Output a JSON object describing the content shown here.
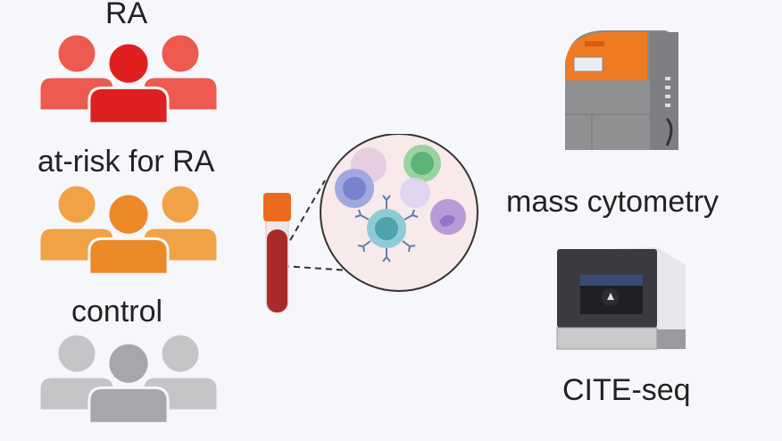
{
  "groups": [
    {
      "label": "RA",
      "icon": "people-group-icon",
      "colors": {
        "front": "#e02020",
        "back": "#ec5a50"
      }
    },
    {
      "label": "at-risk for RA",
      "icon": "people-group-icon",
      "colors": {
        "front": "#ec8a2a",
        "back": "#f2a246"
      }
    },
    {
      "label": "control",
      "icon": "people-group-icon",
      "colors": {
        "front": "#a5a7aa",
        "back": "#c4c5c7"
      }
    }
  ],
  "sample": {
    "icon": "blood-tube-icon",
    "cap_color": "#ec6a1e",
    "blood_color": "#a82a2a",
    "magnified": "immune-cells-icon"
  },
  "platforms": [
    {
      "label": "mass cytometry",
      "icon": "mass-cytometer-icon",
      "accent": "#ef7b22"
    },
    {
      "label": "CITE-seq",
      "icon": "sequencer-icon",
      "accent": "#3a4a7a"
    }
  ]
}
